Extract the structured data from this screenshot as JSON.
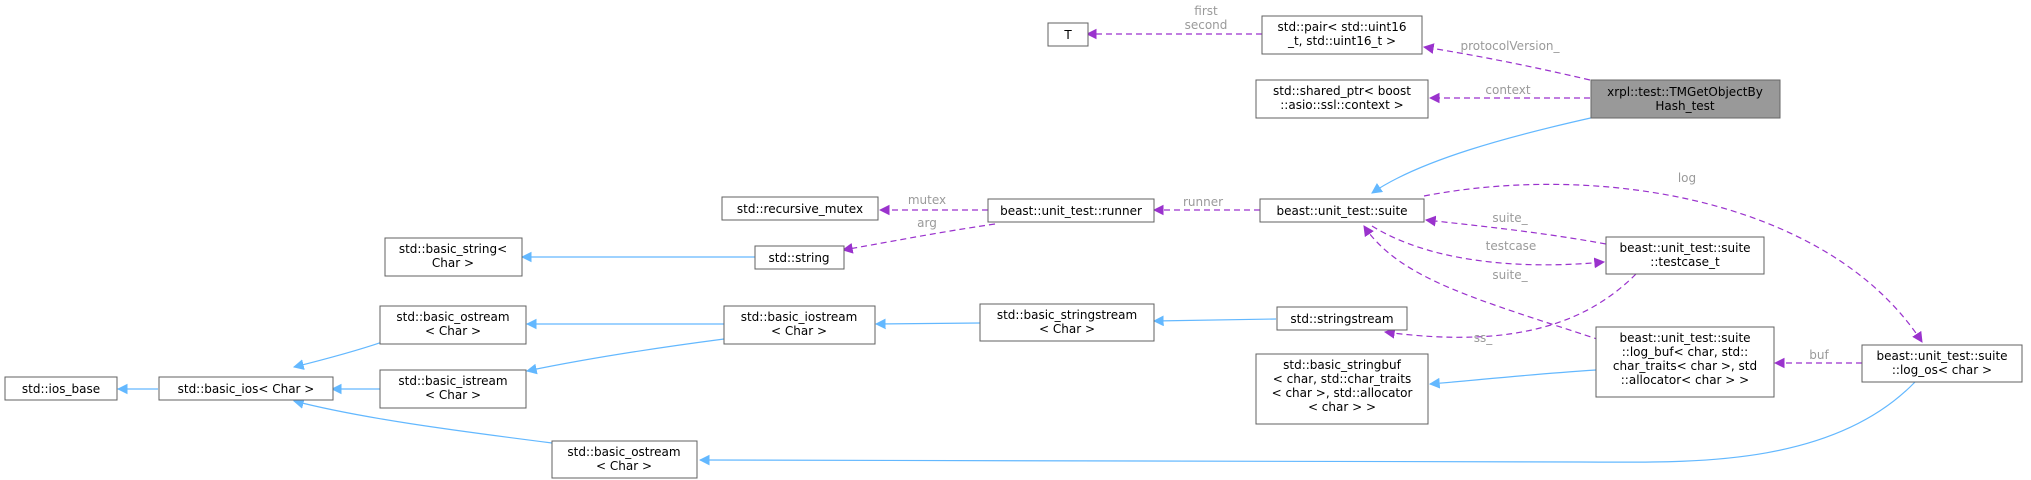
{
  "nodes": {
    "tm_get": [
      "xrpl::test::TMGetObjectBy",
      "Hash_test"
    ],
    "T": [
      "T"
    ],
    "pair": [
      "std::pair< std::uint16",
      "_t, std::uint16_t >"
    ],
    "shared_ptr": [
      "std::shared_ptr< boost",
      "::asio::ssl::context >"
    ],
    "suite": [
      "beast::unit_test::suite"
    ],
    "runner": [
      "beast::unit_test::runner"
    ],
    "recursive_mutex": [
      "std::recursive_mutex"
    ],
    "string": [
      "std::string"
    ],
    "basic_string": [
      "std::basic_string<",
      "Char >"
    ],
    "testcase_t": [
      "beast::unit_test::suite",
      "::testcase_t"
    ],
    "stringstream": [
      "std::stringstream"
    ],
    "basic_stringstream": [
      "std::basic_stringstream",
      "< Char >"
    ],
    "basic_iostream": [
      "std::basic_iostream",
      "< Char >"
    ],
    "basic_ostream_top": [
      "std::basic_ostream",
      "< Char >"
    ],
    "basic_istream": [
      "std::basic_istream",
      "< Char >"
    ],
    "basic_ios": [
      "std::basic_ios< Char >"
    ],
    "ios_base": [
      "std::ios_base"
    ],
    "basic_stringbuf": [
      "std::basic_stringbuf",
      "< char, std::char_traits",
      "< char >, std::allocator",
      "< char > >"
    ],
    "log_buf": [
      "beast::unit_test::suite",
      "::log_buf< char, std::",
      "char_traits< char >, std",
      "::allocator< char > >"
    ],
    "log_os": [
      "beast::unit_test::suite",
      "::log_os< char >"
    ],
    "basic_ostream_bottom": [
      "std::basic_ostream",
      "< Char >"
    ]
  },
  "edge_labels": {
    "first": "first",
    "second": "second",
    "protocolVersion": "protocolVersion_",
    "context": "context",
    "log": "log",
    "runner": "runner",
    "mutex": "mutex",
    "arg": "arg",
    "suite_a": "suite_",
    "testcase": "testcase",
    "suite_b": "suite_",
    "ss": "ss_",
    "buf": "buf"
  },
  "colors": {
    "inheritance": "#63b8ff",
    "usage": "#9a32cd",
    "label": "#9a9a9a",
    "current_node": "#999999"
  }
}
